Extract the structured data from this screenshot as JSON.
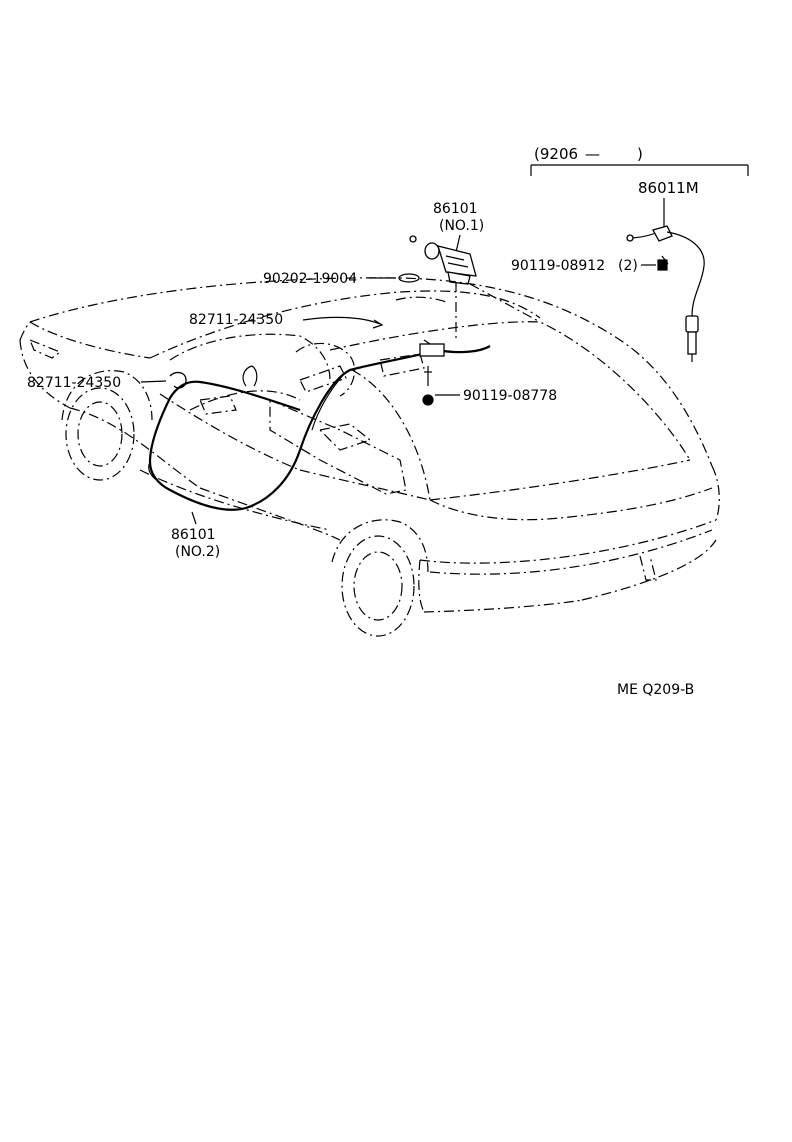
{
  "date_range": {
    "open": "(9206",
    "dash": "—",
    "close": ")"
  },
  "callouts": {
    "antenna_rod": "86011M",
    "screw_pair": "90119-08912",
    "screw_pair_qty": "(2)",
    "amp_part": "86101",
    "amp_sub": "(NO.1)",
    "grommet": "90202-19004",
    "clamp_upper": "82711-24350",
    "clamp_lower": "82711-24350",
    "bolt": "90119-08778",
    "cord_part": "86101",
    "cord_sub": "(NO.2)"
  },
  "figure_code": "ME Q209-B"
}
